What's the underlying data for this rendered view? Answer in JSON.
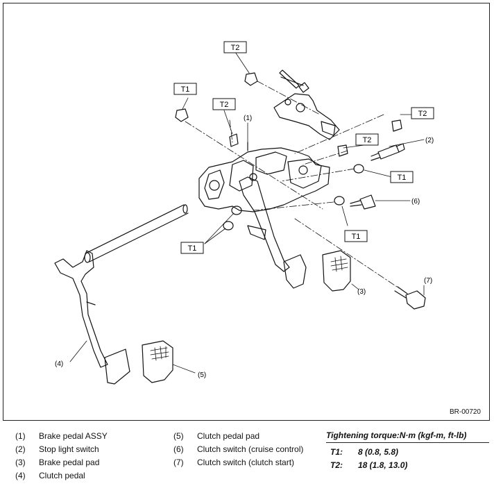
{
  "diagram": {
    "figure_id": "BR-00720",
    "callouts": [
      "(1)",
      "(2)",
      "(3)",
      "(4)",
      "(5)",
      "(6)",
      "(7)"
    ],
    "torque_tags": {
      "t1": "T1",
      "t2": "T2"
    }
  },
  "legend": [
    {
      "num": "(1)",
      "label": "Brake pedal ASSY"
    },
    {
      "num": "(2)",
      "label": "Stop light switch"
    },
    {
      "num": "(3)",
      "label": "Brake pedal pad"
    },
    {
      "num": "(4)",
      "label": "Clutch pedal"
    },
    {
      "num": "(5)",
      "label": "Clutch pedal pad"
    },
    {
      "num": "(6)",
      "label": "Clutch switch (cruise control)"
    },
    {
      "num": "(7)",
      "label": "Clutch switch (clutch start)"
    }
  ],
  "torque": {
    "header": "Tightening torque:N·m (kgf-m, ft-lb)",
    "rows": [
      {
        "key": "T1:",
        "value": "8 (0.8, 5.8)"
      },
      {
        "key": "T2:",
        "value": "18 (1.8, 13.0)"
      }
    ]
  }
}
